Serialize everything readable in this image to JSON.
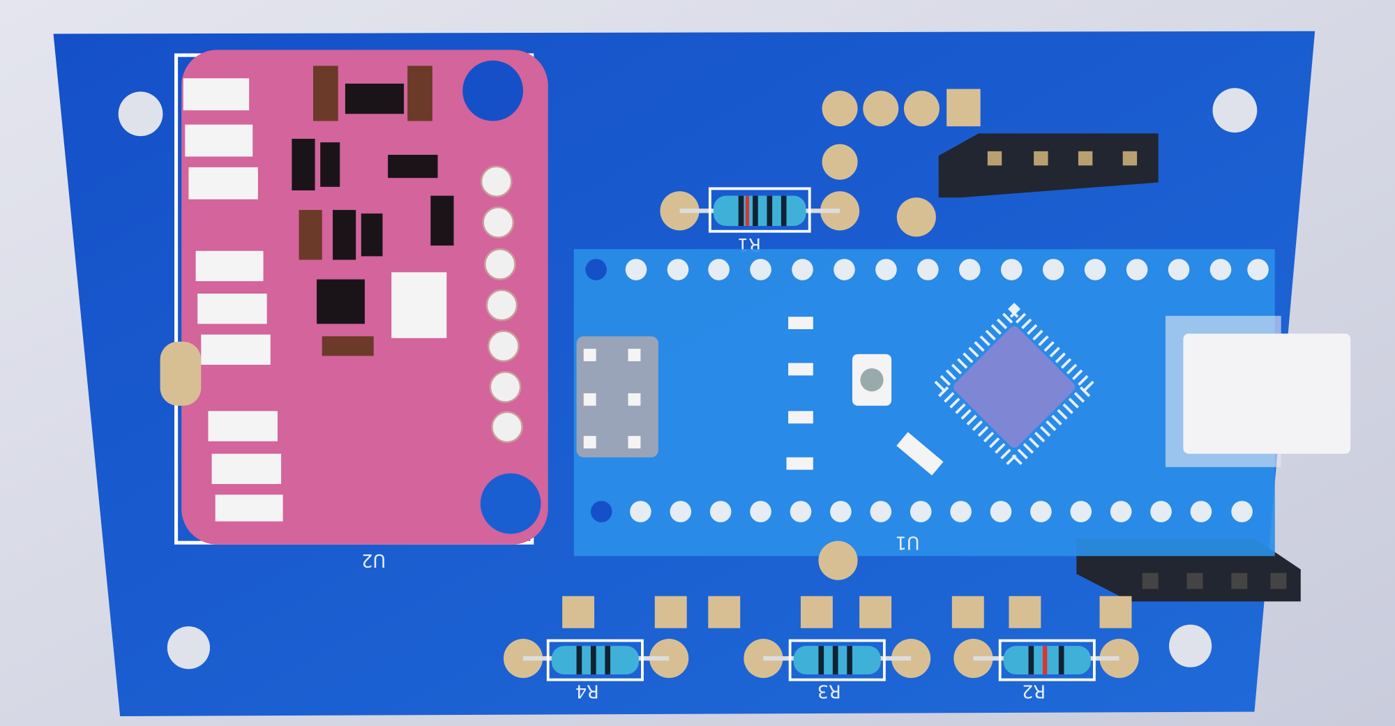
{
  "colors": {
    "board": "#1b5fd2",
    "module": "#d3649c",
    "arduino": "#2a8ee8",
    "pad": "#d8bf93",
    "background": "#d9dbe6"
  },
  "labels": {
    "r1": "R1",
    "r2": "R2",
    "r3": "R3",
    "r4": "R4",
    "u1": "U1",
    "u2": "U2"
  }
}
